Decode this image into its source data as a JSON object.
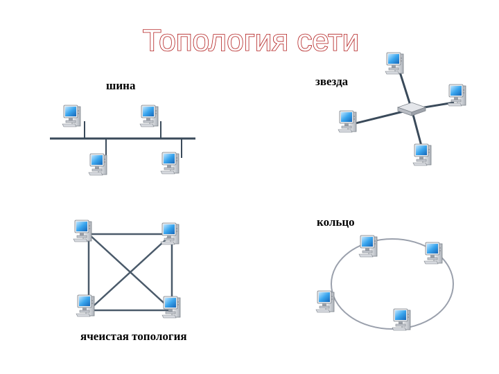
{
  "title": "Топология сети",
  "labels": {
    "bus": "шина",
    "star": "звезда",
    "ring": "кольцо",
    "mesh": "ячеистая топология"
  },
  "colors": {
    "title_outline": "#b01818",
    "star_link": "#3a4a5a",
    "bus_line": "#3a4a5a",
    "mesh_line": "#4a5a6a",
    "ring_line": "#9aa0ac",
    "screen": "#3aa6ee",
    "case": "#c8ccd2"
  },
  "icons": {
    "computer": "computer-icon",
    "hub": "hub-icon"
  }
}
